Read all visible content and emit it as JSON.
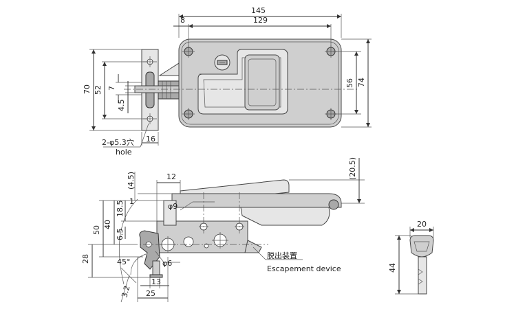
{
  "top_view": {
    "dim_overall_width": "145",
    "dim_hole_pitch_width": "129",
    "dim_offset_left": "8",
    "dim_overall_height_left": "70",
    "dim_hole_pitch_left": "52",
    "dim_small_7": "7",
    "dim_small_4_5": "4.5",
    "dim_hole_pitch_right": "56",
    "dim_overall_height_right": "74",
    "dim_bracket_16": "16",
    "hole_callout_jp": "2-φ5.3穴",
    "hole_callout_en": "hole"
  },
  "side_view": {
    "dim_4_5_paren": "(4.5)",
    "dim_12": "12",
    "dim_1": "1",
    "dim_18_5": "18.5",
    "dim_phi9": "φ9",
    "dim_40": "40",
    "dim_50": "50",
    "dim_6_5": "6.5",
    "dim_28": "28",
    "dim_45deg": "45°",
    "dim_phi6": "φ6",
    "dim_13": "13",
    "dim_3_2": "3.2",
    "dim_25": "25",
    "dim_20_5_paren": "(20.5)",
    "escapement_jp": "脱出装置",
    "escapement_en": "Escapement device"
  },
  "key_view": {
    "dim_width": "20",
    "dim_height": "44"
  }
}
